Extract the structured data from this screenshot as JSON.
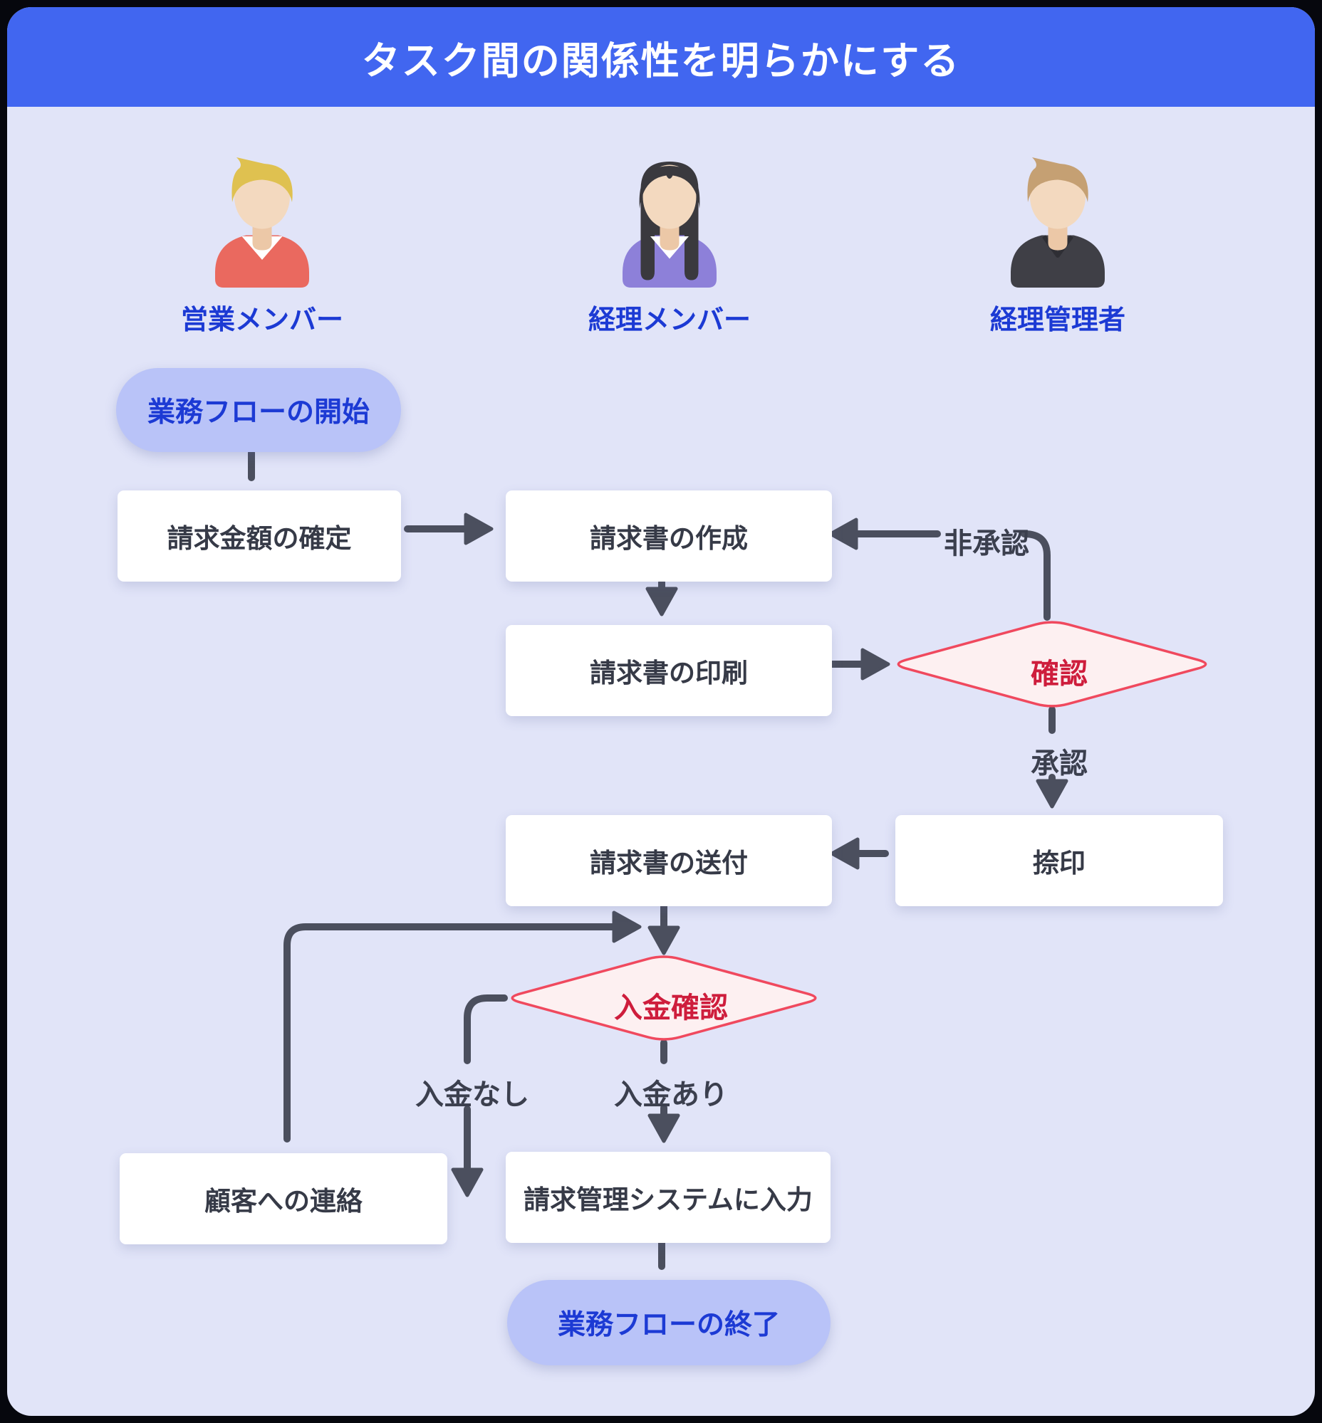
{
  "header": {
    "title": "タスク間の関係性を明らかにする"
  },
  "roles": [
    {
      "label": "営業メンバー"
    },
    {
      "label": "経理メンバー"
    },
    {
      "label": "経理管理者"
    }
  ],
  "flow": {
    "start": {
      "label": "業務フローの開始"
    },
    "fix_amount": {
      "label": "請求金額の確定"
    },
    "create_invoice": {
      "label": "請求書の作成"
    },
    "print_invoice": {
      "label": "請求書の印刷"
    },
    "check": {
      "label": "確認"
    },
    "stamp": {
      "label": "捺印"
    },
    "send_invoice": {
      "label": "請求書の送付"
    },
    "payment_check": {
      "label": "入金確認"
    },
    "contact_customer": {
      "label": "顧客への連絡"
    },
    "enter_system": {
      "label": "請求管理システムに入力"
    },
    "end": {
      "label": "業務フローの終了"
    }
  },
  "edge_labels": {
    "not_approved": "非承認",
    "approved": "承認",
    "no_payment": "入金なし",
    "payment_received": "入金あり"
  },
  "colors": {
    "outer_background": "#06070d",
    "header_background": "#4166f0",
    "header_text": "#ffffff",
    "canvas_background": "#e1e4f8",
    "node_background": "#ffffff",
    "node_text": "#363a47",
    "terminal_background": "#b9c3f8",
    "accent_blue_text": "#1c3ad4",
    "connector": "#4b4f5e",
    "decision_fill": "#fdf0f1",
    "decision_border": "#f0495e",
    "decision_text": "#ce1d3c",
    "avatar_skin": "#f3d9bf",
    "sales_shirt": "#ea695f",
    "sales_hair": "#dfc150",
    "accounting_shirt": "#8d80d9",
    "accounting_hair": "#3a393e",
    "manager_shirt": "#3f3f46",
    "manager_hair": "#c5a073"
  }
}
